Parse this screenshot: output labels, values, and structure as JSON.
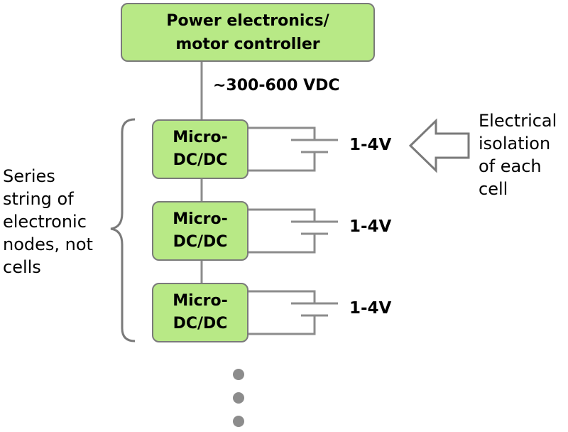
{
  "controller": {
    "line1": "Power electronics/",
    "line2": "motor controller"
  },
  "bus_voltage": "~300-600 VDC",
  "nodes": [
    {
      "line1": "Micro-",
      "line2": "DC/DC",
      "cell_voltage": "1-4V"
    },
    {
      "line1": "Micro-",
      "line2": "DC/DC",
      "cell_voltage": "1-4V"
    },
    {
      "line1": "Micro-",
      "line2": "DC/DC",
      "cell_voltage": "1-4V"
    }
  ],
  "series_label": [
    "Series",
    "string of",
    "electronic",
    "nodes, not",
    "cells"
  ],
  "isolation_label": [
    "Electrical",
    "isolation",
    "of each",
    "cell"
  ],
  "colors": {
    "box_fill": "#b8e986",
    "box_border": "#7a7a7a",
    "wire": "#8c8c8c",
    "ellipsis_dot": "#8c8c8c"
  }
}
